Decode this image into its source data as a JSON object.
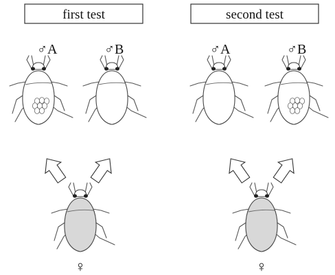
{
  "panels": [
    {
      "title": "first test",
      "male_a": "♂A",
      "male_b": "♂B",
      "female": "♀",
      "eggs_on": "A"
    },
    {
      "title": "second test",
      "male_a": "♂A",
      "male_b": "♂B",
      "female": "♀",
      "eggs_on": "B"
    }
  ],
  "colors": {
    "female_fill": "#d8d8d8",
    "male_fill": "#ffffff",
    "outline": "#333333"
  }
}
